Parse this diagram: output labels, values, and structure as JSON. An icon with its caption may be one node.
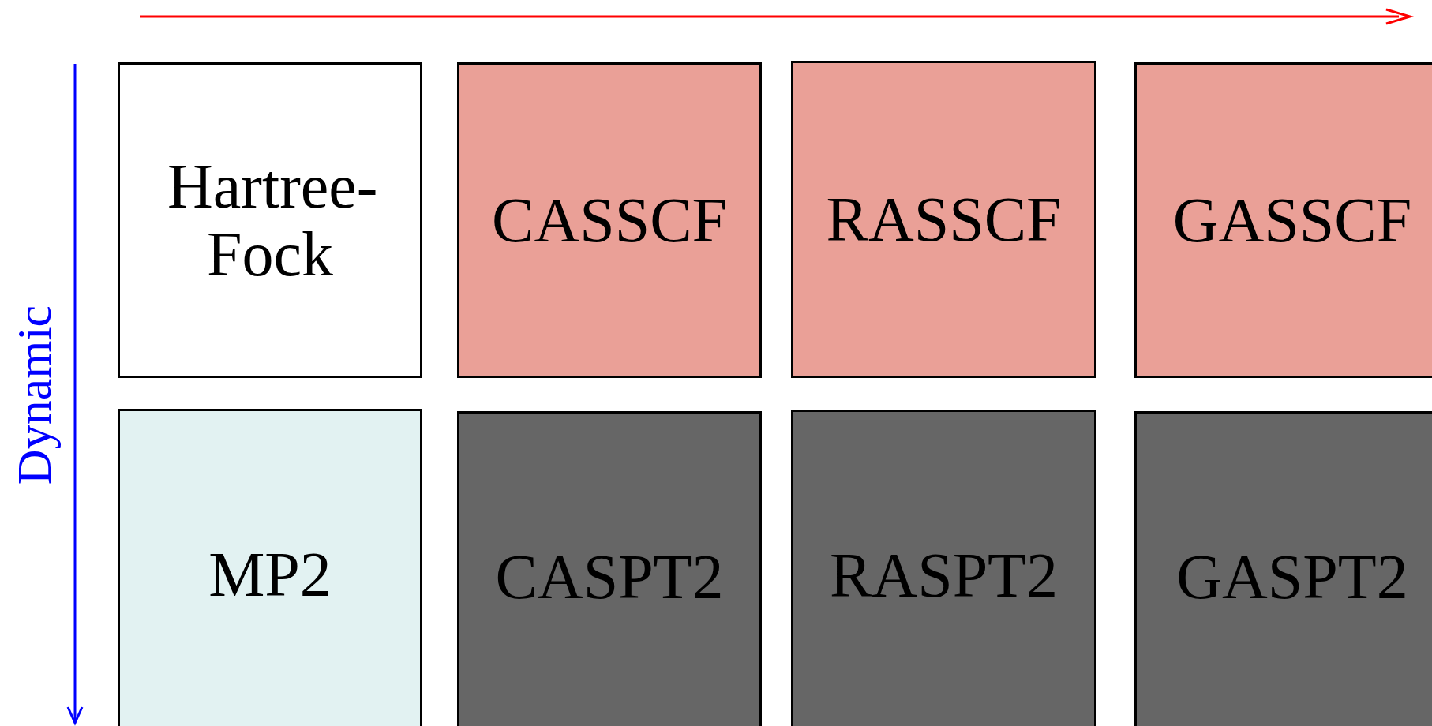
{
  "diagram": {
    "nodes": [
      {
        "text": [
          "Hartree-Fock"
        ]
      },
      {
        "text": [
          "CASSCF"
        ]
      },
      {
        "text": [
          "RASSCF"
        ]
      },
      {
        "text": [
          "GASSCF"
        ]
      },
      {
        "text": [
          "MP2"
        ]
      },
      {
        "text": [
          "CASPT2"
        ]
      },
      {
        "text": [
          "RASPT2"
        ]
      },
      {
        "text": [
          "GASPT2"
        ]
      }
    ],
    "labels": [
      "Dynamic"
    ]
  }
}
